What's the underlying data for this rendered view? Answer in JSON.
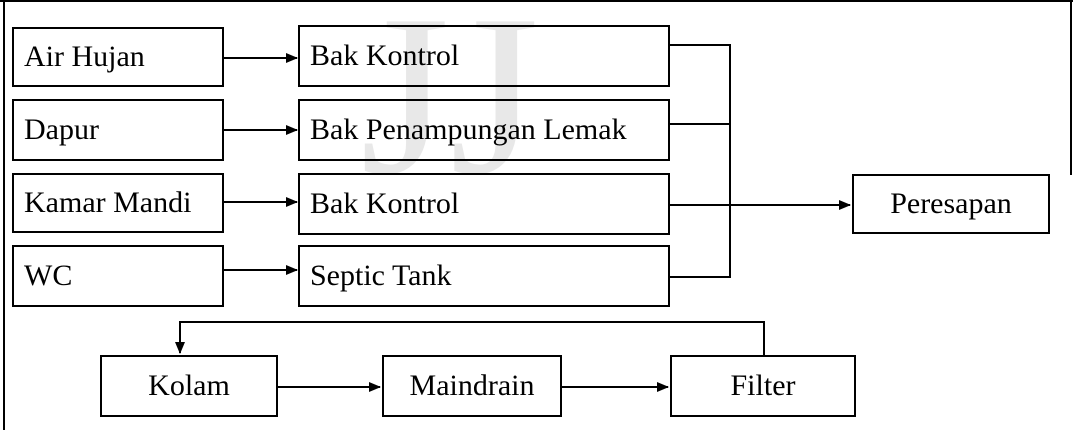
{
  "diagram": {
    "sources": {
      "air_hujan": "Air Hujan",
      "dapur": "Dapur",
      "kamar_mandi": "Kamar Mandi",
      "wc": "WC"
    },
    "treatment": {
      "bak_kontrol_1": "Bak Kontrol",
      "bak_penampungan_lemak": "Bak Penampungan Lemak",
      "bak_kontrol_2": "Bak Kontrol",
      "septic_tank": "Septic Tank"
    },
    "output": {
      "peresapan": "Peresapan"
    },
    "loop": {
      "kolam": "Kolam",
      "maindrain": "Maindrain",
      "filter": "Filter"
    }
  },
  "colors": {
    "line": "#000000",
    "watermark": "#d9d9d9"
  }
}
